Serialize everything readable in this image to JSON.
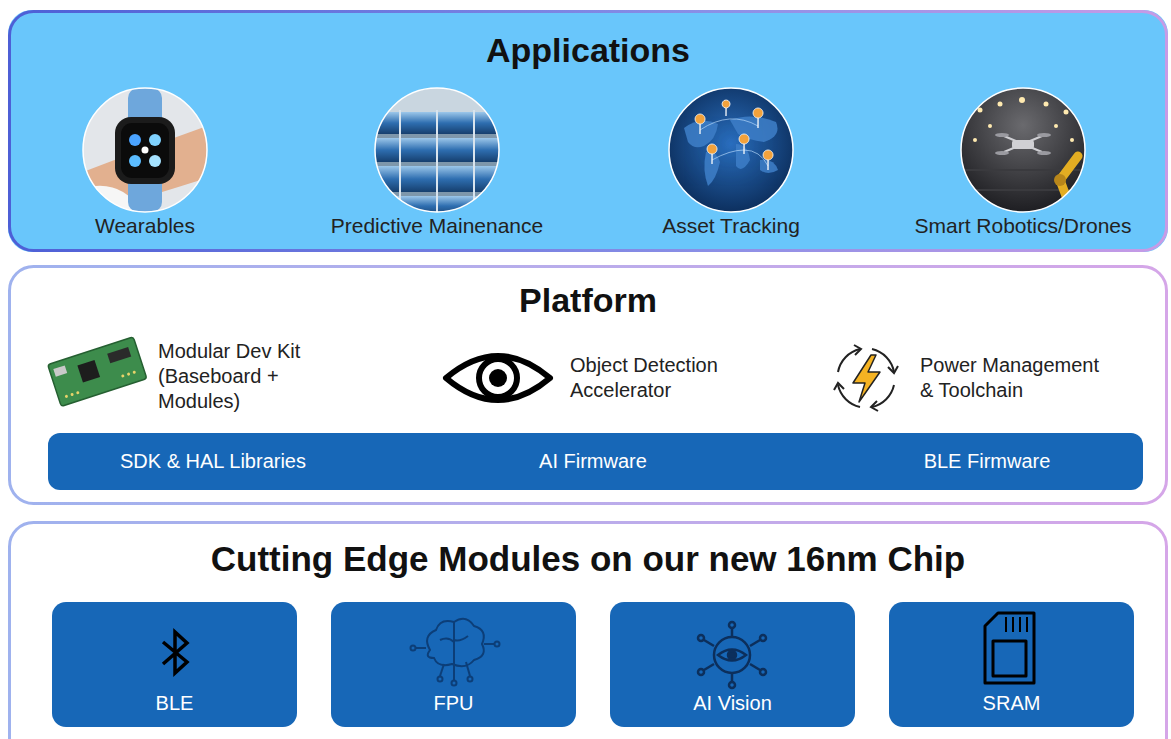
{
  "diagram": {
    "nodes": [
      {
        "text": [
          "Applications"
        ]
      },
      {
        "text": [
          "Wearables"
        ],
        "in": 0
      },
      {
        "text": [
          "Predictive Mainenance"
        ],
        "in": 0
      },
      {
        "text": [
          "Asset Tracking"
        ],
        "in": 0
      },
      {
        "text": [
          "Smart Robotics/Drones"
        ],
        "in": 0
      },
      {
        "text": [
          "Platform"
        ]
      },
      {
        "text": [
          "SDK & HAL Libraries",
          "AI Firmware",
          "BLE Firmware"
        ],
        "in": 5
      },
      {
        "text": [
          "Cutting Edge Modules on our new 16nm Chip"
        ]
      },
      {
        "text": [
          "BLE"
        ],
        "in": 7
      },
      {
        "text": [
          "FPU"
        ],
        "in": 7
      },
      {
        "text": [
          "AI Vision"
        ],
        "in": 7
      },
      {
        "text": [
          "SRAM"
        ],
        "in": 7
      }
    ],
    "labels": [
      "Modular Dev Kit (Baseboard + Modules)",
      "Object Detection Accelerator",
      "Power Management & Toolchain"
    ]
  }
}
